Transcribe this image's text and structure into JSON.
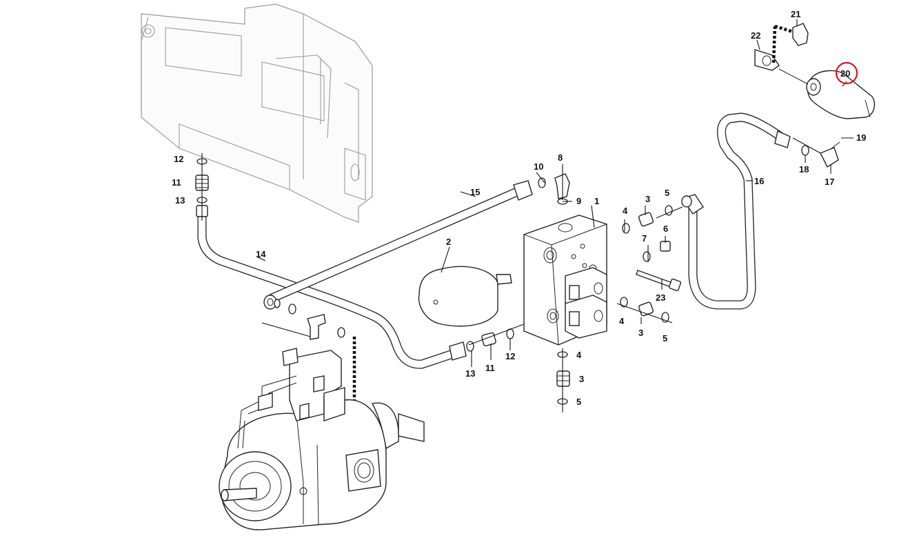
{
  "diagram": {
    "highlighted_callout": "20",
    "highlight_color": "#e3121b",
    "callouts": {
      "c1": "1",
      "c2": "2",
      "c3a": "3",
      "c3b": "3",
      "c3c": "3",
      "c4a": "4",
      "c4b": "4",
      "c4c": "4",
      "c5a": "5",
      "c5b": "5",
      "c5c": "5",
      "c6": "6",
      "c7": "7",
      "c8": "8",
      "c9": "9",
      "c10": "10",
      "c11a": "11",
      "c11b": "11",
      "c12a": "12",
      "c12b": "12",
      "c13a": "13",
      "c13b": "13",
      "c14": "14",
      "c15": "15",
      "c16": "16",
      "c17": "17",
      "c18": "18",
      "c19": "19",
      "c20": "20",
      "c21": "21",
      "c22": "22",
      "c23": "23"
    }
  }
}
